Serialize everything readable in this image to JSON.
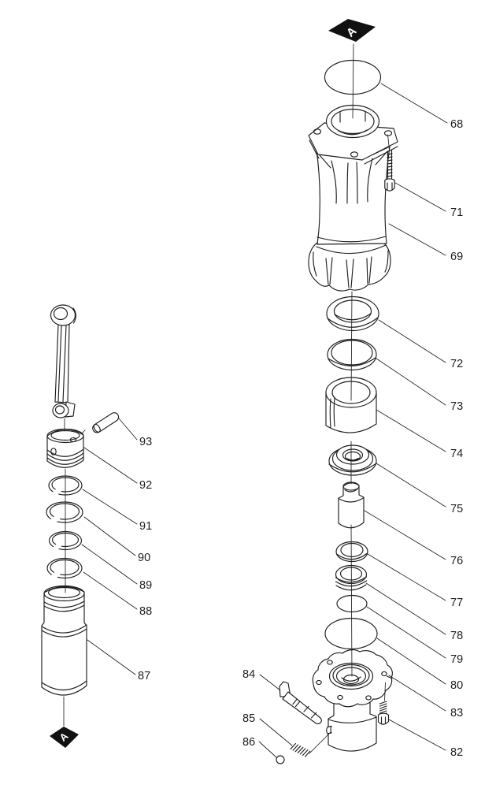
{
  "palette": {
    "background": "#ffffff",
    "line": "#1f1f1f",
    "marker_fill": "#111111"
  },
  "markers": {
    "top": {
      "letter": "A"
    },
    "bottom": {
      "letter": "A"
    }
  },
  "callouts": {
    "right": [
      "68",
      "71",
      "69",
      "72",
      "73",
      "74",
      "75",
      "76",
      "77",
      "78",
      "79",
      "80",
      "83",
      "82"
    ],
    "left": [
      "93",
      "92",
      "91",
      "90",
      "89",
      "88",
      "87"
    ],
    "bottom_left": [
      "84",
      "85",
      "86"
    ]
  }
}
